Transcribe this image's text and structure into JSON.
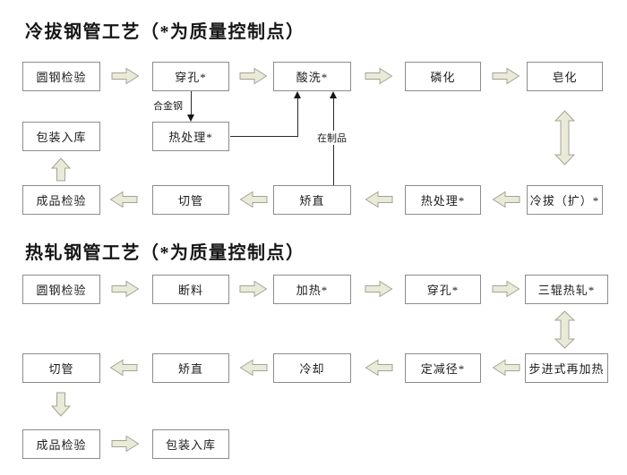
{
  "colors": {
    "background": "#ffffff",
    "box_fill": "#ffffff",
    "box_border": "#8c8c8c",
    "arrow_fill": "#e9ebd8",
    "arrow_stroke": "#a3a394",
    "connector_line": "#2b2b2b",
    "text": "#1c1c1c"
  },
  "cold_drawn": {
    "title": "冷拔钢管工艺（*为质量控制点）",
    "row1": [
      "圆钢检验",
      "穿孔*",
      "酸洗*",
      "磷化",
      "皂化"
    ],
    "row2": [
      "包装入库",
      "热处理*"
    ],
    "row3": [
      "成品检验",
      "切管",
      "矫直",
      "热处理*",
      "冷拔（扩）*"
    ],
    "labels": {
      "alloy_steel": "合金钢",
      "work_in_process": "在制品"
    }
  },
  "hot_rolled": {
    "title": "热轧钢管工艺（*为质量控制点）",
    "row1": [
      "圆钢检验",
      "断料",
      "加热*",
      "穿孔*",
      "三辊热轧*"
    ],
    "row2": [
      "切管",
      "矫直",
      "冷却",
      "定减径*",
      "步进式再加热"
    ],
    "row3": [
      "成品检验",
      "包装入库"
    ]
  }
}
